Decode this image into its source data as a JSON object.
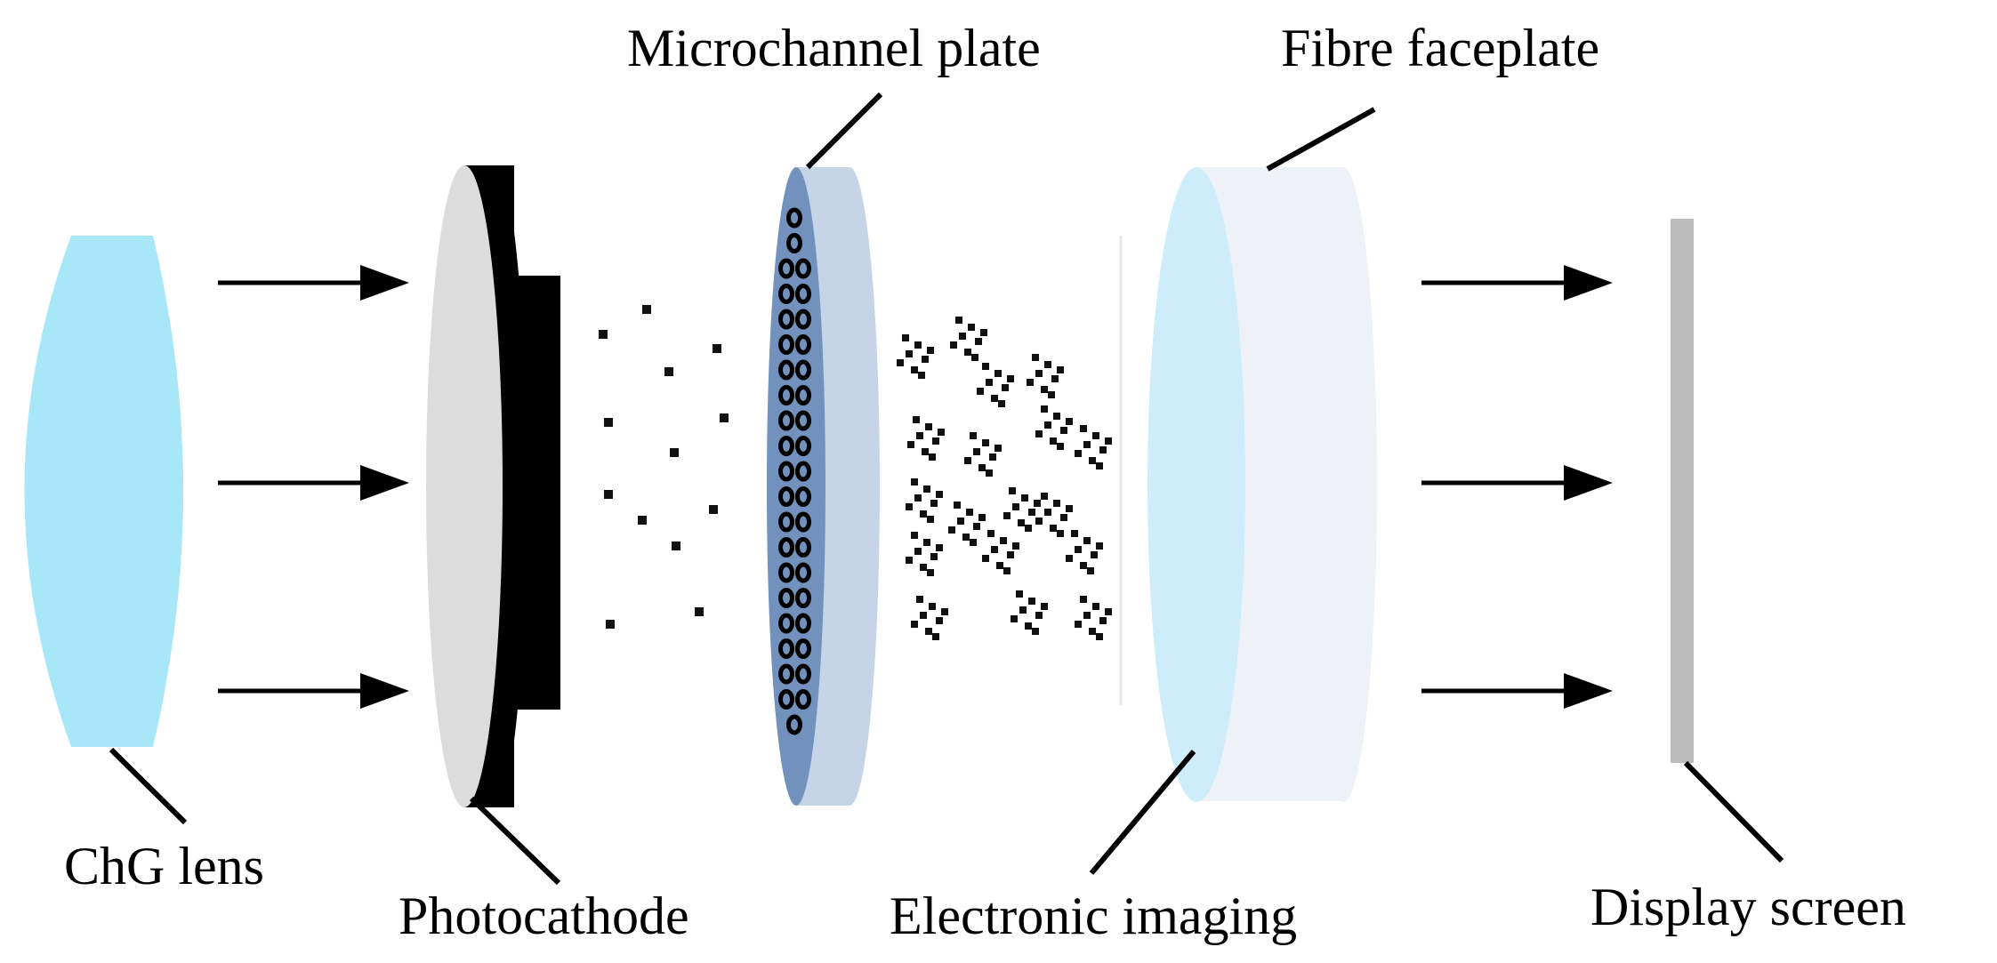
{
  "labels": {
    "chg_lens": "ChG lens",
    "photocathode": "Photocathode",
    "microchannel_plate": "Microchannel plate",
    "electronic_imaging": "Electronic imaging",
    "fibre_faceplate": "Fibre faceplate",
    "display_screen": "Display screen"
  },
  "colors": {
    "lens": "#a8e7f8",
    "photocathode_face": "#dcdcdc",
    "photocathode_body": "#000000",
    "mcp_face": "#7292bd",
    "mcp_body": "#c5d4e6",
    "faceplate_face": "#cdedfb",
    "faceplate_body": "#eef1f6",
    "screen": "#bcbcbc",
    "arrow": "#000000"
  }
}
